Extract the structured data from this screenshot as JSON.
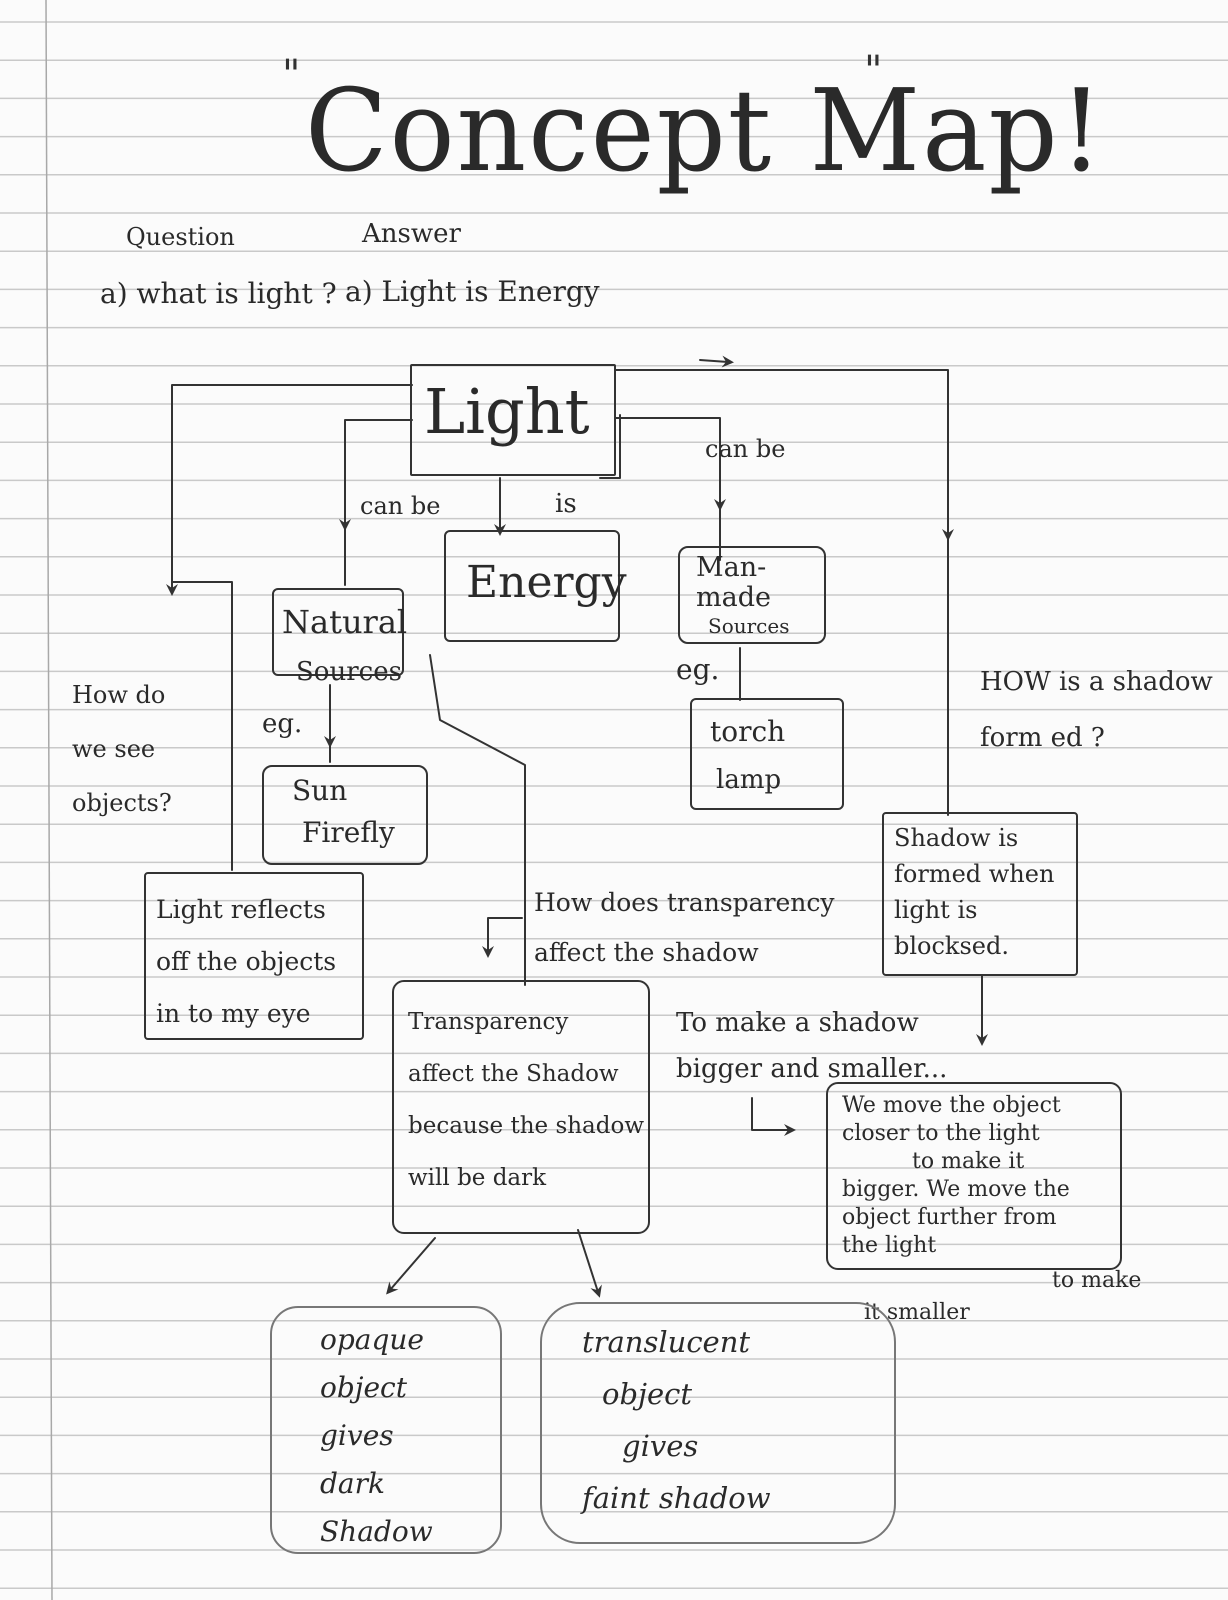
{
  "page": {
    "title": "Concept Map!",
    "header_question": "Question",
    "header_answer": "Answer",
    "question": "a) what is light ?",
    "answer": "a) Light is Energy"
  },
  "nodes": {
    "light": "Light",
    "energy": "Energy",
    "natural": [
      "Natural",
      "Sources"
    ],
    "manmade": [
      "Man-",
      "made",
      "Sources"
    ],
    "sun_firefly": [
      "Sun",
      "Firefly"
    ],
    "torch_lamp": [
      "torch",
      "lamp"
    ],
    "reflects": [
      "Light reflects",
      "off the objects",
      "in to my eye"
    ],
    "shadow_formed": [
      "Shadow is",
      "formed when",
      "light is",
      "blocksed."
    ],
    "transparency": [
      "Transparency",
      "affect the Shadow",
      "because the shadow",
      "will be dark"
    ],
    "move_object": [
      "We move the object",
      "closer to the light",
      "to make it",
      "bigger. We move the",
      "object further from",
      "the light",
      "it smaller"
    ],
    "move_object_aside": "to make",
    "opaque": [
      "opaque",
      "object",
      "gives",
      "dark",
      "Shadow"
    ],
    "translucent": [
      "translucent",
      "object",
      "gives",
      "faint shadow"
    ]
  },
  "labels": {
    "can_be_left": "can be",
    "is": "is",
    "can_be_right": "can be",
    "eg_left": "eg.",
    "eg_right": "eg.",
    "how_see": [
      "How do",
      "we see",
      "objects?"
    ],
    "how_shadow": [
      "HOW is a shadow",
      "form ed ?"
    ],
    "how_transparency": [
      "How does transparency",
      "affect the shadow"
    ],
    "bigger_smaller": [
      "To make a shadow",
      "bigger and smaller..."
    ]
  }
}
